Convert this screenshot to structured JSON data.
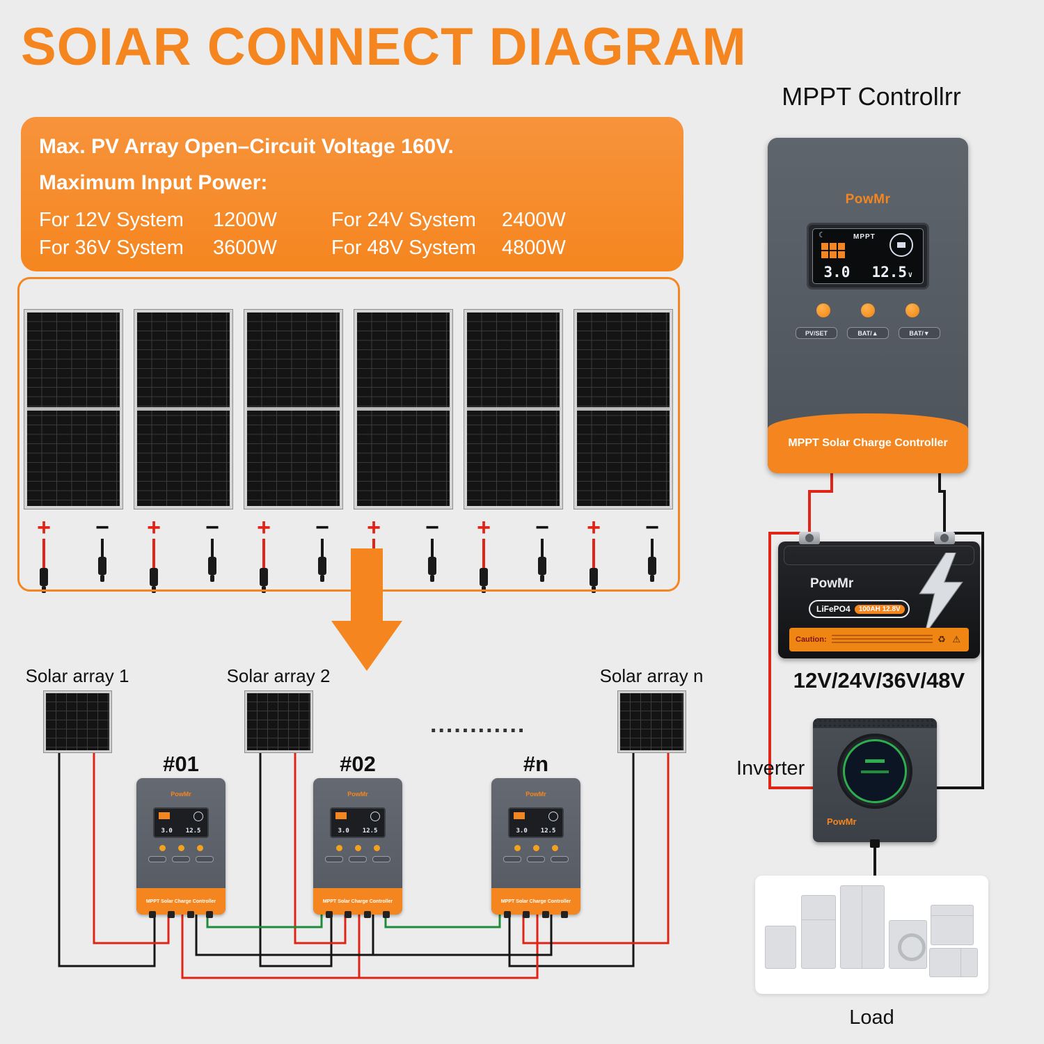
{
  "colors": {
    "accent": "#f5861f",
    "wire_red": "#e02417",
    "wire_black": "#161616",
    "wire_green": "#1e8c3a"
  },
  "title": "SOIAR CONNECT DIAGRAM",
  "specs": {
    "line1": "Max. PV Array Open–Circuit Voltage 160V.",
    "line2": "Maximum Input Power:",
    "rows": [
      [
        "For 12V System",
        "1200W",
        "For 24V System",
        "2400W"
      ],
      [
        "For 36V System",
        "3600W",
        "For 48V System",
        "4800W"
      ]
    ]
  },
  "terminals": {
    "plus": "+",
    "minus": "−"
  },
  "mppt": {
    "heading": "MPPT Controllrr",
    "brand": "PowMr",
    "display": {
      "moon": "☾",
      "mode": "MPPT",
      "amps": "3.0",
      "volts": "12.5",
      "volt_unit": "V"
    },
    "buttons": [
      "PV/SET",
      "BAT/▲",
      "BAT/▼"
    ],
    "footer": "MPPT Solar Charge Controller"
  },
  "battery": {
    "brand": "PowMr",
    "chem": "LiFePO4",
    "rating": "100AH 12.8V",
    "caution": "Caution:",
    "cert_icons": "♻ ⚠",
    "voltages": "12V/24V/36V/48V"
  },
  "inverter": {
    "label": "Inverter",
    "brand": "PowMr"
  },
  "load": {
    "label": "Load"
  },
  "bottom": {
    "arrays": [
      {
        "label": "Solar array 1"
      },
      {
        "label": "Solar array 2"
      },
      {
        "label": "Solar array n"
      }
    ],
    "dots": "............",
    "controllers": [
      {
        "label": "#01"
      },
      {
        "label": "#02"
      },
      {
        "label": "#n"
      }
    ]
  }
}
